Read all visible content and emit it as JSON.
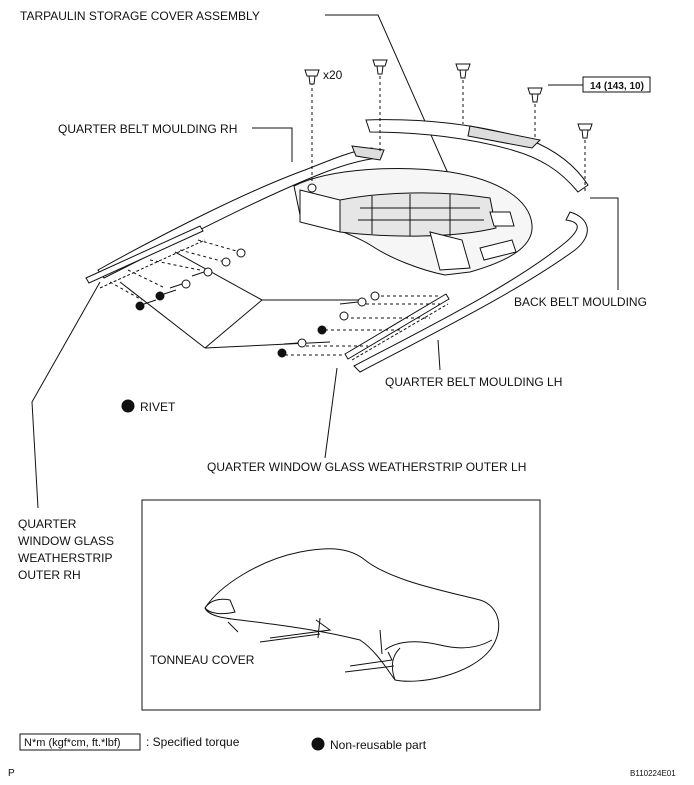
{
  "labels": {
    "tarpaulin": "TARPAULIN STORAGE COVER ASSEMBLY",
    "quarter_belt_rh": "QUARTER BELT MOULDING RH",
    "back_belt": "BACK BELT MOULDING",
    "quarter_belt_lh": "QUARTER BELT MOULDING LH",
    "rivet": "RIVET",
    "qwgw_outer_lh": "QUARTER WINDOW GLASS WEATHERSTRIP OUTER LH",
    "qwgw_outer_rh_1": "QUARTER",
    "qwgw_outer_rh_2": "WINDOW GLASS",
    "qwgw_outer_rh_3": "WEATHERSTRIP",
    "qwgw_outer_rh_4": "OUTER RH",
    "tonneau": "TONNEAU COVER",
    "clip_qty": "x20",
    "torque_spec": "14 (143, 10)"
  },
  "legend": {
    "torque_box": "N*m (kgf*cm, ft.*lbf)",
    "torque_text": ": Specified torque",
    "nonreusable_text": "Non-reusable part"
  },
  "footer": {
    "page_letter": "P",
    "figure_code": "B110224E01"
  }
}
